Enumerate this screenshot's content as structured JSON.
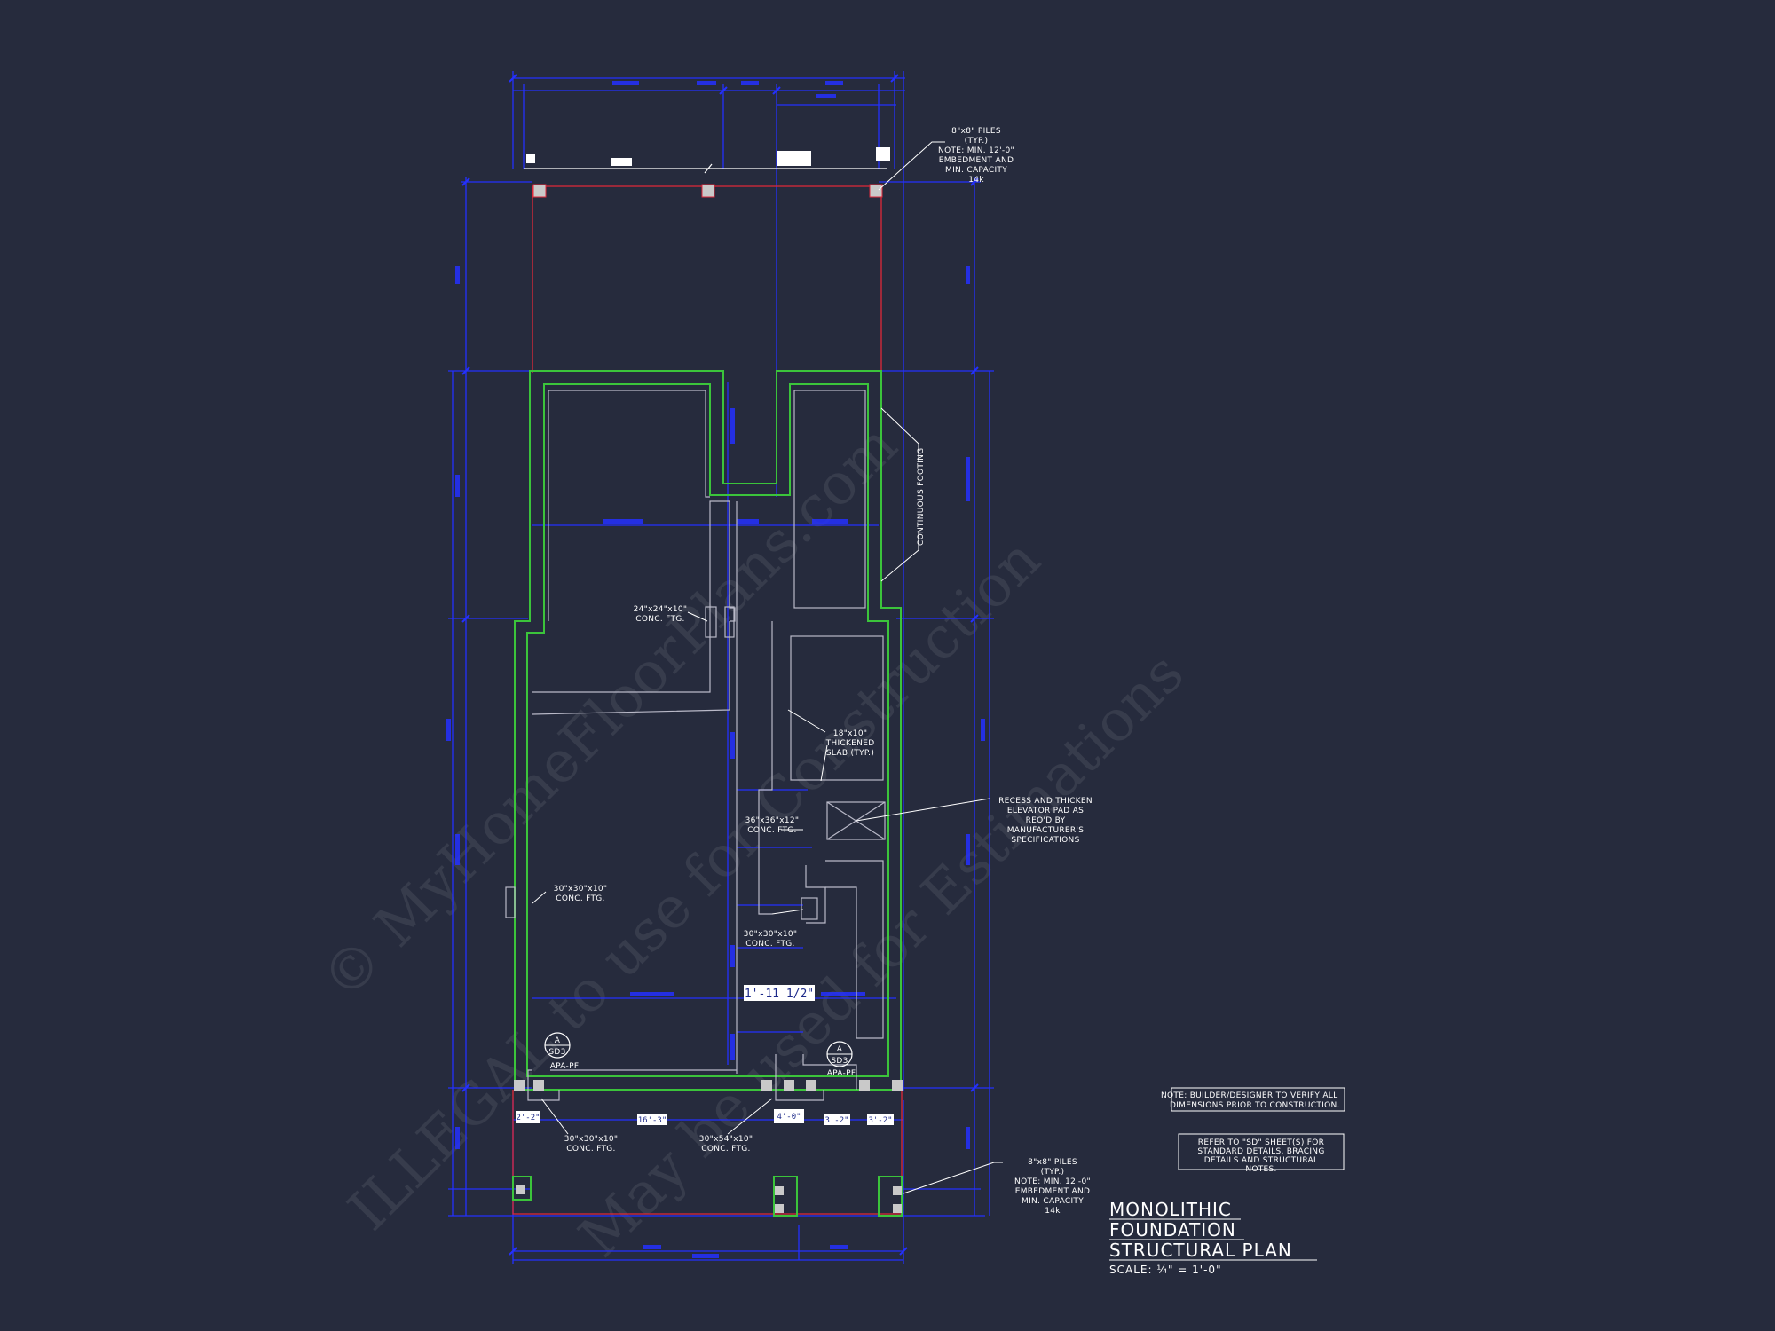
{
  "title": {
    "line1": "MONOLITHIC",
    "line2": "FOUNDATION",
    "line3": "STRUCTURAL PLAN",
    "scale": "SCALE: ¼\" = 1'-0\""
  },
  "notes": {
    "verify_1": "NOTE: BUILDER/DESIGNER TO VERIFY ALL",
    "verify_2": "DIMENSIONS PRIOR TO CONSTRUCTION.",
    "refer_1": "REFER TO \"SD\" SHEET(S) FOR",
    "refer_2": "STANDARD DETAILS, BRACING",
    "refer_3": "DETAILS AND STRUCTURAL",
    "refer_4": "NOTES."
  },
  "callouts": {
    "piles_top": [
      "8\"x8\" PILES",
      "(TYP.)",
      "NOTE: MIN. 12'-0\"",
      "EMBEDMENT AND",
      "MIN. CAPACITY",
      "14k"
    ],
    "piles_bottom": [
      "8\"x8\" PILES",
      "(TYP.)",
      "NOTE: MIN. 12'-0\"",
      "EMBEDMENT AND",
      "MIN. CAPACITY",
      "14k"
    ],
    "continuous_footing": "CONTINUOUS FOOTING",
    "ftg_24": [
      "24\"x24\"x10\"",
      "CONC. FTG."
    ],
    "thickened_slab": [
      "18\"x10\"",
      "THICKENED",
      "SLAB (TYP.)"
    ],
    "elevator": [
      "RECESS AND THICKEN",
      "ELEVATOR PAD AS",
      "REQ'D BY",
      "MANUFACTURER'S",
      "SPECIFICATIONS"
    ],
    "ftg_36": [
      "36\"x36\"x12\"",
      "CONC. FTG."
    ],
    "ftg_30_left": [
      "30\"x30\"x10\"",
      "CONC. FTG."
    ],
    "ftg_30_mid": [
      "30\"x30\"x10\"",
      "CONC. FTG."
    ],
    "ftg_30_bottom": [
      "30\"x30\"x10\"",
      "CONC. FTG."
    ],
    "ftg_30x54": [
      "30\"x54\"x10\"",
      "CONC. FTG."
    ],
    "section_left": [
      "A",
      "SD3",
      "APA-PF"
    ],
    "section_right": [
      "A",
      "SD3",
      "APA-PF"
    ]
  },
  "dimensions": {
    "mid_tag": "1'-11 1/2\"",
    "bottom_tags": [
      "2'-2\"",
      "16'-3\"",
      "4'-0\"",
      "3'-2\"",
      "3'-2\""
    ]
  },
  "watermark": {
    "line1": "© MyHomeFloorPlans.com",
    "line2": "ILLEGAL to use for Construction",
    "line3": "May be used for Estimations"
  },
  "colors": {
    "background": "#262b3d",
    "dimension": "#2430ff",
    "footing": "#3bc43b",
    "slab": "#b9b9c8",
    "deck": "#e0283a",
    "text": "#ffffff"
  }
}
